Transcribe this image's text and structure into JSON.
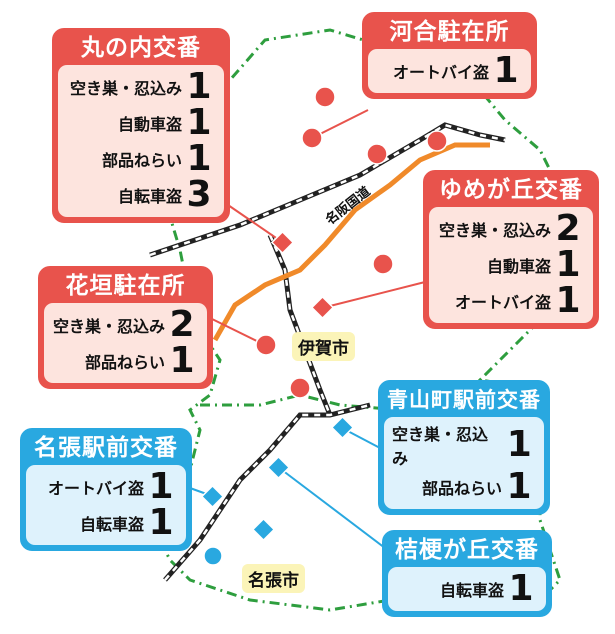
{
  "colors": {
    "red": "#e8534c",
    "blue": "#29a8e0",
    "road": "#f08a2a",
    "boundary": "#2e9e3e"
  },
  "road_label": "名阪国道",
  "cities": [
    {
      "name": "伊賀市"
    },
    {
      "name": "名張市"
    }
  ],
  "stations": [
    {
      "name": "丸の内交番",
      "color": "red",
      "crimes": [
        {
          "type": "空き巣・忍込み",
          "count": "1"
        },
        {
          "type": "自動車盗",
          "count": "1"
        },
        {
          "type": "部品ねらい",
          "count": "1"
        },
        {
          "type": "自転車盗",
          "count": "3"
        }
      ]
    },
    {
      "name": "河合駐在所",
      "color": "red",
      "crimes": [
        {
          "type": "オートバイ盗",
          "count": "1"
        }
      ]
    },
    {
      "name": "ゆめが丘交番",
      "color": "red",
      "crimes": [
        {
          "type": "空き巣・忍込み",
          "count": "2"
        },
        {
          "type": "自動車盗",
          "count": "1"
        },
        {
          "type": "オートバイ盗",
          "count": "1"
        }
      ]
    },
    {
      "name": "花垣駐在所",
      "color": "red",
      "crimes": [
        {
          "type": "空き巣・忍込み",
          "count": "2"
        },
        {
          "type": "部品ねらい",
          "count": "1"
        }
      ]
    },
    {
      "name": "青山町駅前交番",
      "color": "blue",
      "crimes": [
        {
          "type": "空き巣・忍込み",
          "count": "1"
        },
        {
          "type": "部品ねらい",
          "count": "1"
        }
      ]
    },
    {
      "name": "名張駅前交番",
      "color": "blue",
      "crimes": [
        {
          "type": "オートバイ盗",
          "count": "1"
        },
        {
          "type": "自転車盗",
          "count": "1"
        }
      ]
    },
    {
      "name": "桔梗が丘交番",
      "color": "blue",
      "crimes": [
        {
          "type": "自転車盗",
          "count": "1"
        }
      ]
    }
  ]
}
